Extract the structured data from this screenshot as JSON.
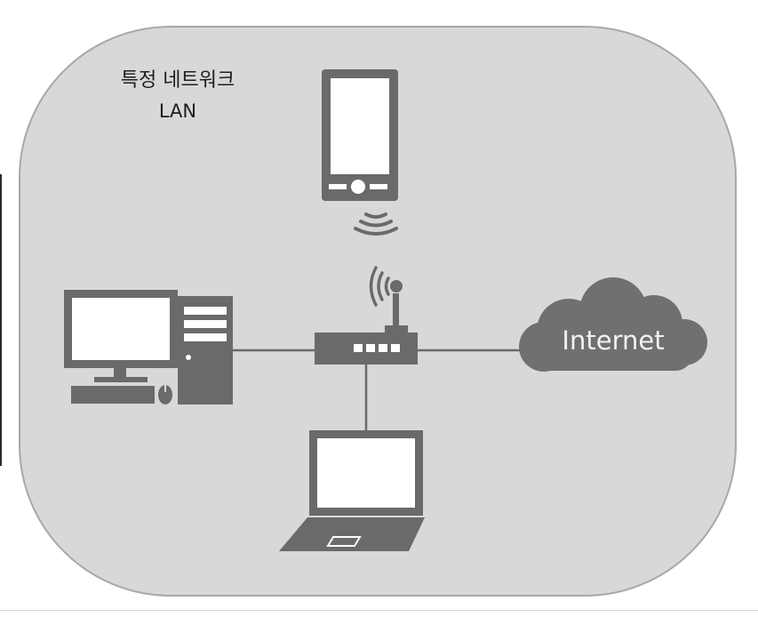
{
  "network": {
    "label_line1": "특정 네트워크",
    "label_line2": "LAN",
    "cloud_label": "Internet"
  },
  "colors": {
    "zone_fill": "#d8d8d8",
    "zone_stroke": "#a8a8a8",
    "device": "#6a6a6a",
    "device_light": "#ffffff",
    "wire": "#6a6a6a",
    "cloud": "#707070",
    "cloud_text": "#f2f2f2"
  },
  "icons": {
    "smartphone": "smartphone-icon",
    "desktop": "desktop-computer-icon",
    "router": "wireless-router-icon",
    "laptop": "laptop-icon",
    "cloud": "internet-cloud-icon"
  }
}
